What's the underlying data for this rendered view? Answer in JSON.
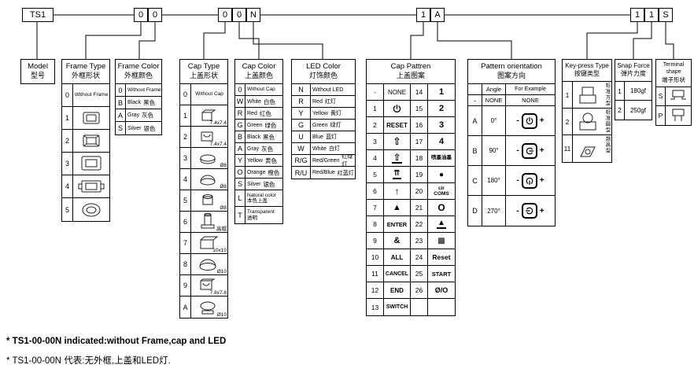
{
  "top_codes": {
    "model": "TS1",
    "frame_digits": [
      "0",
      "0"
    ],
    "cap_digits": [
      "0",
      "0",
      "N"
    ],
    "pattern_digits": [
      "1",
      "A"
    ],
    "key_digits": [
      "1",
      "1",
      "S"
    ]
  },
  "model": {
    "title_en": "Model",
    "title_zh": "型号"
  },
  "frame_type": {
    "title_en": "Frame Type",
    "title_zh": "外框形状",
    "rows": [
      {
        "code": "0",
        "label": "Without Frame"
      },
      {
        "code": "1",
        "icon": "frame-style-1"
      },
      {
        "code": "2",
        "icon": "frame-style-2"
      },
      {
        "code": "3",
        "icon": "frame-style-3"
      },
      {
        "code": "4",
        "icon": "frame-style-4"
      },
      {
        "code": "5",
        "icon": "frame-style-5"
      }
    ]
  },
  "frame_color": {
    "title_en": "Frame Color",
    "title_zh": "外框颜色",
    "rows": [
      {
        "code": "0",
        "en": "Without Frame",
        "zh": ""
      },
      {
        "code": "B",
        "en": "Black",
        "zh": "黑色"
      },
      {
        "code": "A",
        "en": "Gray",
        "zh": "灰色"
      },
      {
        "code": "S",
        "en": "Silver",
        "zh": "银色"
      }
    ]
  },
  "cap_type": {
    "title_en": "Cap Type",
    "title_zh": "上盖形状",
    "rows": [
      {
        "code": "0",
        "note": "Without Cap"
      },
      {
        "code": "1",
        "note": "7.4x7.4"
      },
      {
        "code": "2",
        "note": "7.4x7.4"
      },
      {
        "code": "3",
        "note": "Ø8"
      },
      {
        "code": "4",
        "note": "Ø8"
      },
      {
        "code": "5",
        "note": "Ø8"
      },
      {
        "code": "6",
        "note": "高帽"
      },
      {
        "code": "7",
        "note": "10x10"
      },
      {
        "code": "8",
        "note": "Ø10"
      },
      {
        "code": "9",
        "note": "7.8x7.8"
      },
      {
        "code": "A",
        "note": "Ø10"
      }
    ]
  },
  "cap_color": {
    "title_en": "Cap Color",
    "title_zh": "上盖颜色",
    "rows": [
      {
        "code": "0",
        "en": "Without Cap",
        "zh": ""
      },
      {
        "code": "W",
        "en": "White",
        "zh": "白色"
      },
      {
        "code": "R",
        "en": "Red",
        "zh": "红色"
      },
      {
        "code": "G",
        "en": "Green",
        "zh": "绿色"
      },
      {
        "code": "B",
        "en": "Black",
        "zh": "黑色"
      },
      {
        "code": "A",
        "en": "Gray",
        "zh": "灰色"
      },
      {
        "code": "Y",
        "en": "Yellow",
        "zh": "黄色"
      },
      {
        "code": "O",
        "en": "Orange",
        "zh": "橙色"
      },
      {
        "code": "S",
        "en": "Silver",
        "zh": "银色"
      },
      {
        "code": "L",
        "en": "Natural color",
        "zh": "本色上盖"
      },
      {
        "code": "T",
        "en": "Transparent",
        "zh": "透明"
      }
    ]
  },
  "led_color": {
    "title_en": "LED Color",
    "title_zh": "灯饰颜色",
    "rows": [
      {
        "code": "N",
        "en": "Without LED",
        "zh": ""
      },
      {
        "code": "R",
        "en": "Red",
        "zh": "红灯"
      },
      {
        "code": "Y",
        "en": "Yellow",
        "zh": "黄灯"
      },
      {
        "code": "G",
        "en": "Green",
        "zh": "绿灯"
      },
      {
        "code": "U",
        "en": "Blue",
        "zh": "蓝灯"
      },
      {
        "code": "W",
        "en": "White",
        "zh": "白灯"
      },
      {
        "code": "R/G",
        "en": "Red/Green",
        "zh": "红绿灯"
      },
      {
        "code": "R/U",
        "en": "Red/Blue",
        "zh": "红蓝灯"
      }
    ]
  },
  "cap_pattern": {
    "title_en": "Cap Pattren",
    "title_zh": "上盖图案",
    "left": [
      {
        "code": "-",
        "glyph": "NONE"
      },
      {
        "code": "1",
        "icon": "power-icon"
      },
      {
        "code": "2",
        "glyph": "RESET"
      },
      {
        "code": "3",
        "glyph": "⇧"
      },
      {
        "code": "4",
        "glyph": "⇧"
      },
      {
        "code": "5",
        "glyph": "⇈"
      },
      {
        "code": "6",
        "glyph": "↑"
      },
      {
        "code": "7",
        "glyph": "▲"
      },
      {
        "code": "8",
        "glyph": "ENTER"
      },
      {
        "code": "9",
        "glyph": "&"
      },
      {
        "code": "10",
        "glyph": "ALL"
      },
      {
        "code": "11",
        "glyph": "CANCEL"
      },
      {
        "code": "12",
        "glyph": "END"
      },
      {
        "code": "13",
        "glyph": "SWITCH"
      }
    ],
    "right": [
      {
        "code": "14",
        "glyph": "1"
      },
      {
        "code": "15",
        "glyph": "2"
      },
      {
        "code": "16",
        "glyph": "3"
      },
      {
        "code": "17",
        "glyph": "4"
      },
      {
        "code": "18",
        "glyph": "喷墨油墨"
      },
      {
        "code": "19",
        "glyph": "●"
      },
      {
        "code": "20",
        "glyph_a": "cir",
        "glyph_b": "COMS"
      },
      {
        "code": "21",
        "glyph": "O"
      },
      {
        "code": "22",
        "glyph": "▲"
      },
      {
        "code": "23",
        "glyph": "▩"
      },
      {
        "code": "24",
        "glyph": "Reset"
      },
      {
        "code": "25",
        "glyph": "START"
      },
      {
        "code": "26",
        "glyph": "Ø/O"
      }
    ]
  },
  "orientation": {
    "title_en": "Pattern orientation",
    "title_zh": "图案方向",
    "col_angle": "Angle",
    "col_example": "For Example",
    "none_row": {
      "code": "-",
      "angle": "NONE",
      "example": "NONE"
    },
    "rows": [
      {
        "code": "A",
        "angle": "0°",
        "icon": "power-icon-0deg"
      },
      {
        "code": "B",
        "angle": "90°",
        "icon": "power-icon-90deg"
      },
      {
        "code": "C",
        "angle": "180°",
        "icon": "power-icon-180deg"
      },
      {
        "code": "D",
        "angle": "270°",
        "icon": "power-icon-270deg"
      }
    ],
    "minus": "-",
    "plus": "+"
  },
  "keypress": {
    "title_en": "Key-press Type",
    "title_zh": "按键类型",
    "rows": [
      {
        "code": "1",
        "zh": "标准方型",
        "icon": "square-key"
      },
      {
        "code": "2",
        "zh": "标准圆型",
        "icon": "round-key"
      },
      {
        "code": "11",
        "zh": "翘高型",
        "icon": "angled-key"
      }
    ]
  },
  "snap_force": {
    "title_en": "Snap Force",
    "title_zh": "弹片力度",
    "rows": [
      {
        "code": "1",
        "label": "180gf"
      },
      {
        "code": "2",
        "label": "250gf"
      }
    ]
  },
  "terminal": {
    "title_en": "Terminal shape",
    "title_zh": "端子形状",
    "rows": [
      {
        "code": "S",
        "icon": "smd-terminal"
      },
      {
        "code": "P",
        "icon": "pin-terminal"
      }
    ]
  },
  "notes": [
    "* TS1-00-00N indicated:without Frame,cap and LED",
    "* TS1-00-00N 代表:无外框,上盖和LED灯."
  ]
}
